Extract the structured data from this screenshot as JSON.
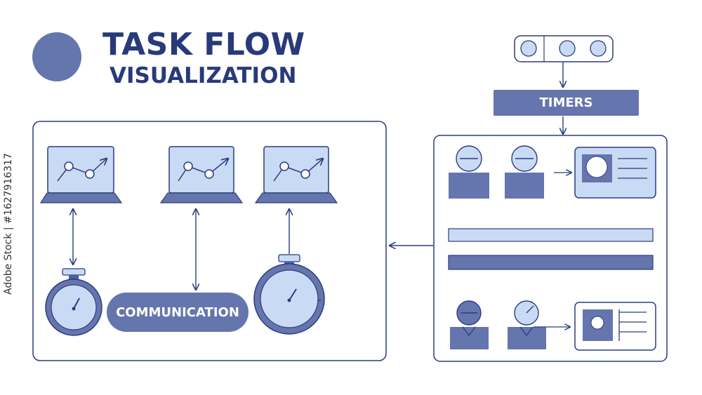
{
  "title": {
    "main": "TASK FLOW",
    "sub": "VISUALIZATION"
  },
  "timers": {
    "label": "TIMERS"
  },
  "communication": {
    "label": "COMMUNICATION"
  },
  "stock": {
    "id": "Adobe Stock | #1627916317"
  },
  "colors": {
    "dark_blue": "#273a7a",
    "slate_blue": "#6575ad",
    "light_blue": "#c9daf5",
    "outline": "#2b3d7c"
  },
  "icons": [
    "laptop-chart-icon",
    "stopwatch-icon",
    "person-icon",
    "id-card-icon",
    "arrow-icon"
  ]
}
